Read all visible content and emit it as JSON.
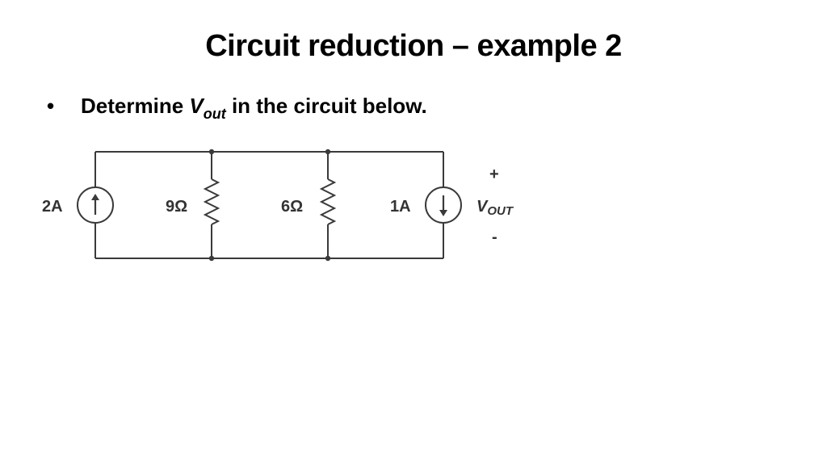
{
  "slide": {
    "title": "Circuit reduction – example 2",
    "bullet": {
      "marker": "•",
      "text_before": "Determine ",
      "var_main": "V",
      "var_sub": "out",
      "text_after": " in the circuit below."
    }
  },
  "circuit": {
    "source_left": {
      "label": "2A",
      "direction": "up",
      "icon": "arrow-up-icon"
    },
    "resistor_1": {
      "label": "9Ω"
    },
    "resistor_2": {
      "label": "6Ω"
    },
    "source_right": {
      "label": "1A",
      "direction": "down",
      "icon": "arrow-down-icon"
    },
    "output": {
      "plus": "+",
      "minus": "-",
      "v_main": "V",
      "v_sub": "OUT"
    }
  }
}
